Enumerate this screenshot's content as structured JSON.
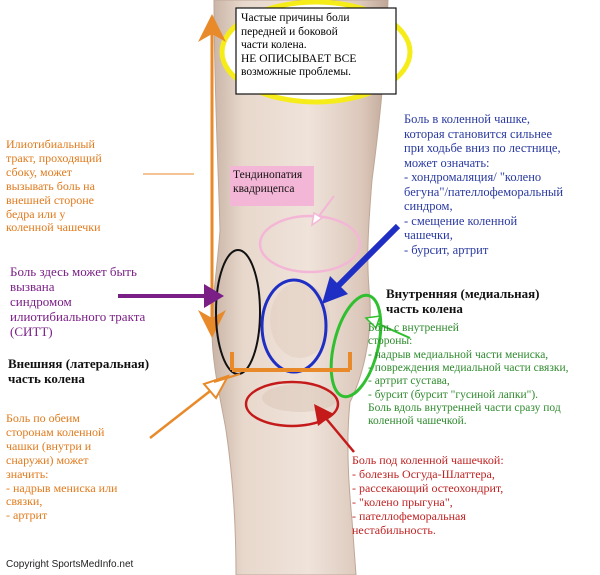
{
  "note": {
    "lines": [
      "Частые причины боли",
      "передней и боковой",
      "части колена.",
      "НЕ ОПИСЫВАЕТ ВСЕ",
      "возможные проблемы."
    ]
  },
  "labels": {
    "itb": "Илиотибиальный\nтракт, проходящий\nсбоку, может\nвызывать боль на\nвнешней стороне\nбедра или у\nколенной чашечки",
    "quad": "Тендинопатия\nквадрицепса",
    "kneecap": "Боль в коленной чашке,\nкоторая становится сильнее\nпри ходьбе вниз по лестнице,\nможет означать:\n- хондромаляция/ \"колено\nбегуна\"/пателлофеморальный\nсиндром,\n- смещение коленной\nчашечки,\n- бурсит, артрит",
    "itbs": "Боль здесь может быть\nвызвана\nсиндромом\nилиотибиального тракта\n(СИТТ)",
    "medial": "Внутренняя (медиальная)\nчасть колена",
    "lateral": "Внешняя (латеральная)\nчасть колена",
    "inner_side": "Боль с внутренней\nстороны:\n- надрыв медиальной части мениска,\n- повреждения медиальной части связки,\n- артрит сустава,\n- бурсит (бурсит \"гусиной лапки\").\nБоль вдоль внутренней части сразу под\nколенной чашечкой.",
    "both_sides": "Боль по обеим\nсторонам коленной\nчашки (внутри и\nснаружи) может\nзначить:\n- надрыв мениска или\nсвязки,\n- артрит",
    "below": "Боль под коленной чашечкой:\n- болезнь Осгуда-Шлаттера,\n- рассекающий остеохондрит,\n- \"колено прыгуна\",\n- пателлофеморальная\nнестабильность."
  },
  "copyright": "Copyright SportsMedInfo.net",
  "colors": {
    "orange": "#e88a2a",
    "blue": "#1f2fc4",
    "green": "#2fbf2f",
    "red": "#c41a1a",
    "purple": "#7a1f86",
    "pink": "#f4b6d6",
    "yellow": "#f5ec1a",
    "skin": "#ead9cd"
  }
}
